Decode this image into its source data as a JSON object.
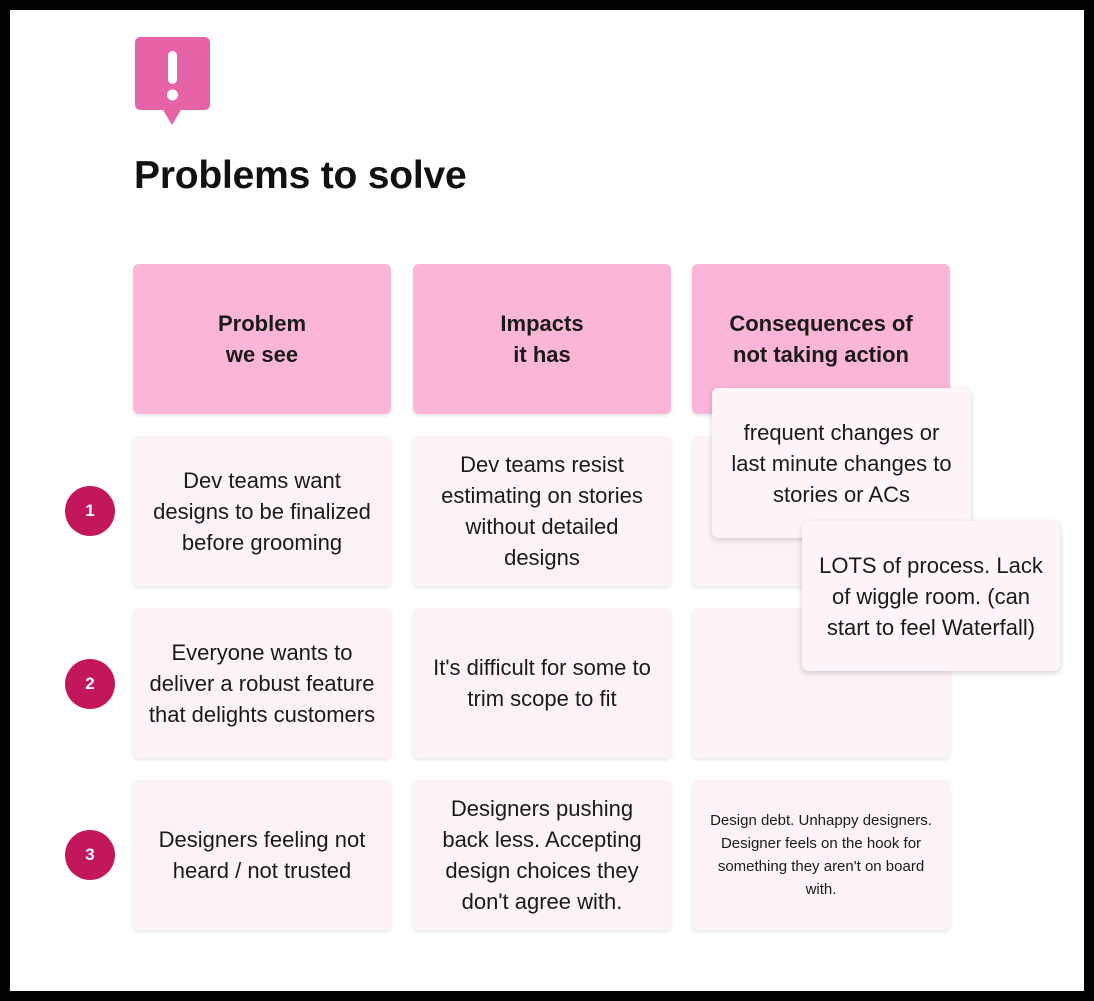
{
  "title": "Problems to solve",
  "accent_color": "#e563a6",
  "badge_color": "#c2185b",
  "header_color": "#fbb5d6",
  "icon": "exclamation-speech-bubble-icon",
  "headers": [
    "Problem\nwe see",
    "Impacts\nit has",
    "Consequences of\nnot taking action"
  ],
  "rows": [
    {
      "number": "1",
      "problem": "Dev teams want designs to be finalized before grooming",
      "impact": "Dev teams resist estimating on stories without detailed designs",
      "consequence": ""
    },
    {
      "number": "2",
      "problem": "Everyone wants to deliver a robust feature that delights customers",
      "impact": "It's difficult for some to trim scope to fit",
      "consequence": ""
    },
    {
      "number": "3",
      "problem": "Designers feeling not heard / not trusted",
      "impact": "Designers pushing back less. Accepting design choices they don't agree with.",
      "consequence": "Design debt. Unhappy designers. Designer feels on the hook for something they aren't on board with."
    }
  ],
  "sticky_notes": [
    "frequent changes or last minute changes to stories or ACs",
    "LOTS of process. Lack of wiggle room. (can start to feel Waterfall)"
  ]
}
